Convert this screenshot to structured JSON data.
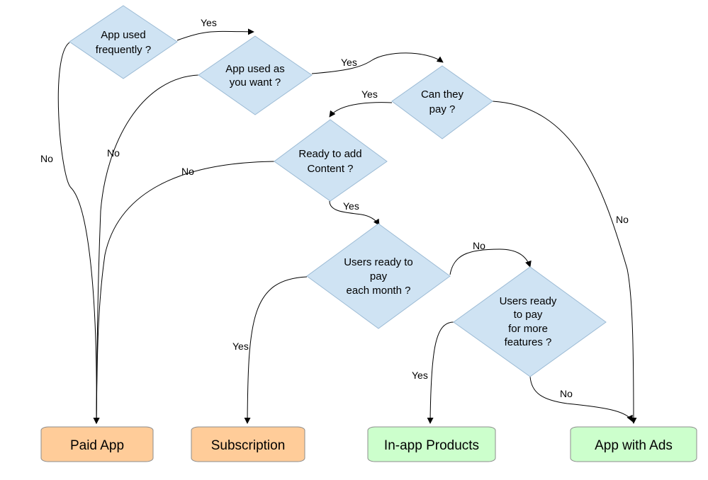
{
  "decisions": {
    "used_frequently": [
      "App used",
      "frequently ?"
    ],
    "used_as_want": [
      "App used as",
      "you want ?"
    ],
    "can_pay": [
      "Can they",
      "pay ?"
    ],
    "add_content": [
      "Ready to add",
      "Content ?"
    ],
    "pay_monthly": [
      "Users ready to",
      "pay",
      "each month ?"
    ],
    "pay_features": [
      "Users ready",
      "to pay",
      "for more",
      "features ?"
    ]
  },
  "edge_labels": {
    "freq_yes": "Yes",
    "freq_no": "No",
    "want_yes": "Yes",
    "want_no": "No",
    "pay_yes": "Yes",
    "pay_no": "No",
    "content_no": "No",
    "content_yes": "Yes",
    "monthly_no": "No",
    "monthly_yes": "Yes",
    "features_yes": "Yes",
    "features_no": "No"
  },
  "outcomes": {
    "paid_app": "Paid App",
    "subscription": "Subscription",
    "in_app_products": "In-app Products",
    "app_with_ads": "App with Ads"
  },
  "colors": {
    "decision_fill": "#cfe3f3",
    "outcome_orange": "#ffcc99",
    "outcome_green": "#ccffcc"
  }
}
